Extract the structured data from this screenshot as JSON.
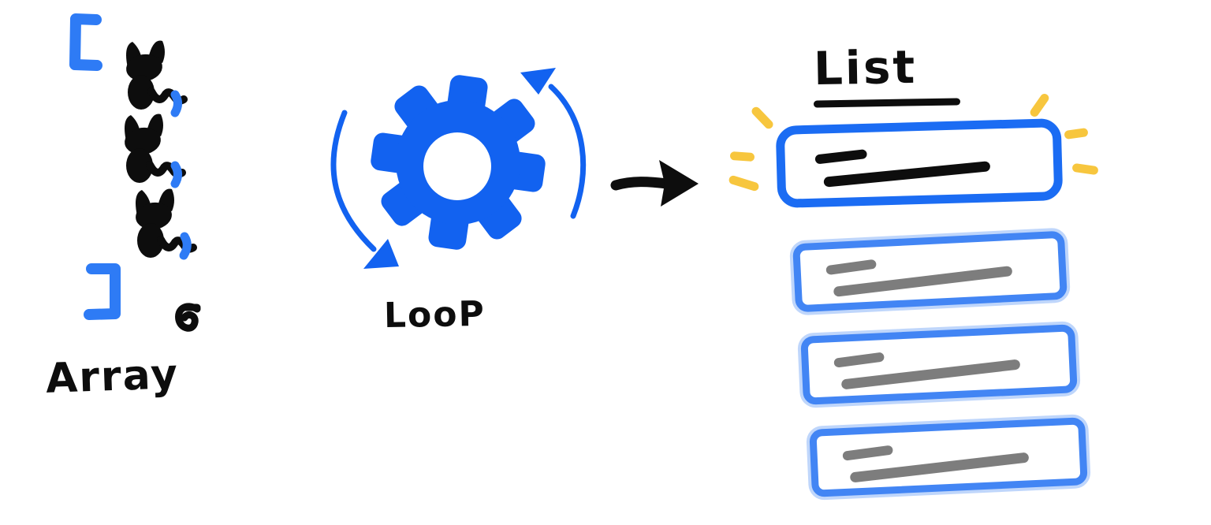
{
  "background": "#ffffff",
  "colors": {
    "primary_blue": "#1262f0",
    "bracket_blue": "#2e7bf5",
    "highlight_box_blue": "#1b6cf3",
    "list_item_blue": "#4285f4",
    "list_item_halo_blue": "#8ab4f8",
    "ink_black": "#0d0d0d",
    "line_gray": "#7d7d7d",
    "sparkle_yellow": "#f7c63e"
  },
  "array_section": {
    "label": "Array",
    "open_bracket": "[",
    "close_bracket": "]",
    "separator": ",",
    "item_count": 3
  },
  "loop_section": {
    "label": "LooP",
    "icon": "gear-icon",
    "rotation_arrows": 2
  },
  "transform_arrow": {
    "direction": "right"
  },
  "list_section": {
    "title": "List",
    "item_count": 4,
    "highlighted_item": 1,
    "lines_per_item": 2
  }
}
